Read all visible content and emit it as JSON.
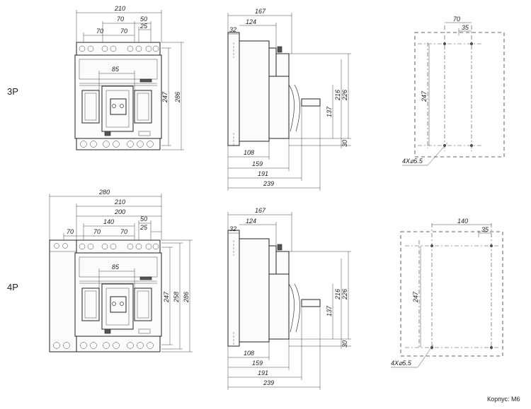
{
  "rows": [
    {
      "label": "3P",
      "front": {
        "top_dims": [
          "210",
          "70",
          "50",
          "70",
          "70",
          "25"
        ],
        "window_dim": "85",
        "right_dims": [
          "247",
          "286"
        ]
      },
      "side": {
        "top_dims": [
          "167",
          "124",
          "32"
        ],
        "bottom_dims": [
          "108",
          "159",
          "191",
          "239"
        ],
        "right_dims": [
          "216",
          "226",
          "137",
          "30"
        ]
      },
      "mount": {
        "top_dims": [
          "70",
          "35"
        ],
        "left_dim": "247",
        "hole_note": "4X⌀5.5"
      }
    },
    {
      "label": "4P",
      "front": {
        "top_dims": [
          "280",
          "210",
          "200",
          "50",
          "25",
          "70",
          "140",
          "70",
          "70"
        ],
        "window_dim": "85",
        "right_dims": [
          "247",
          "258",
          "286"
        ]
      },
      "side": {
        "top_dims": [
          "167",
          "124",
          "32"
        ],
        "bottom_dims": [
          "108",
          "159",
          "191",
          "239"
        ],
        "right_dims": [
          "216",
          "226",
          "137",
          "30"
        ]
      },
      "mount": {
        "top_dims": [
          "140",
          "35"
        ],
        "left_dim": "247",
        "hole_note": "4X⌀5.5"
      }
    }
  ],
  "footer": "Корпус: М6"
}
